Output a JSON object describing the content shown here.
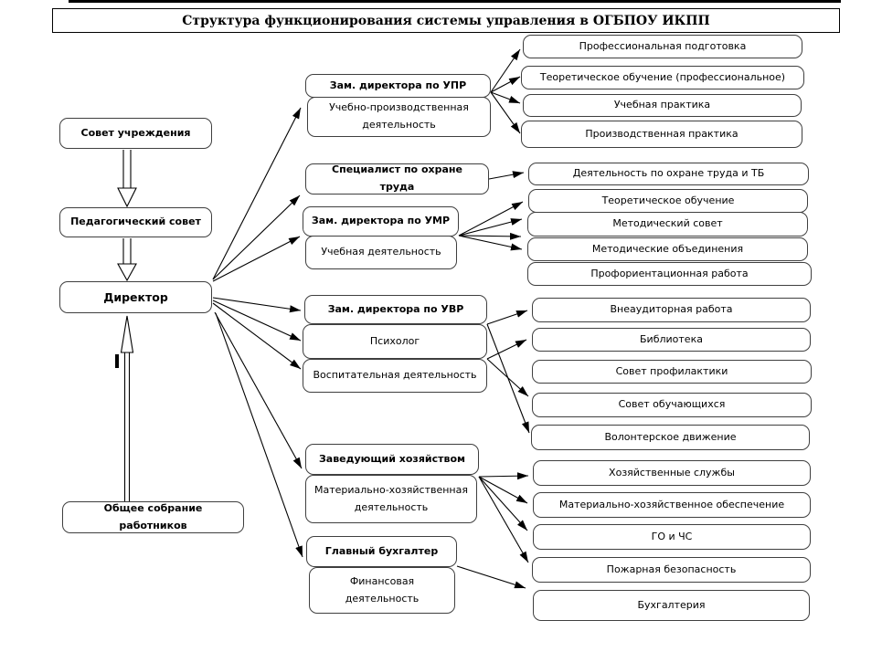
{
  "title": "Структура функционирования системы управления в ОГБПОУ ИКПП",
  "colors": {
    "box_border": "#3f3f3f",
    "line": "#000000",
    "background": "#ffffff",
    "text": "#000000"
  },
  "left_column": {
    "council": "Совет учреждения",
    "pedagogical_council": "Педагогический совет",
    "director": "Директор",
    "general_meeting": "Общее собрание работников"
  },
  "middle_column": {
    "upr": {
      "head": "Зам. директора по УПР",
      "activity": "Учебно-производственная деятельность"
    },
    "labor_safety": {
      "head": "Специалист по охране труда"
    },
    "umr": {
      "head": "Зам. директора по УМР",
      "activity": "Учебная деятельность"
    },
    "uvr": {
      "head": "Зам. директора по УВР",
      "staff": "Психолог",
      "activity": "Воспитательная деятельность"
    },
    "household": {
      "head": "Заведующий хозяйством",
      "activity": "Материально-хозяйственная деятельность"
    },
    "accounting": {
      "head": "Главный бухгалтер",
      "activity": "Финансовая деятельность"
    }
  },
  "right_column": {
    "upr_targets": [
      "Профессиональная подготовка",
      "Теоретическое обучение (профессиональное)",
      "Учебная практика",
      "Производственная практика"
    ],
    "umr_targets": [
      "Деятельность по охране труда и ТБ",
      "Теоретическое обучение",
      "Методический совет",
      "Методические объединения",
      "Профориентационная работа"
    ],
    "uvr_targets": [
      "Внеаудиторная работа",
      "Библиотека",
      "Совет профилактики",
      "Совет обучающихся",
      "Волонтерское движение"
    ],
    "household_targets": [
      "Хозяйственные службы",
      "Материально-хозяйственное обеспечение",
      "ГО и ЧС",
      "Пожарная безопасность",
      "Бухгалтерия"
    ]
  }
}
